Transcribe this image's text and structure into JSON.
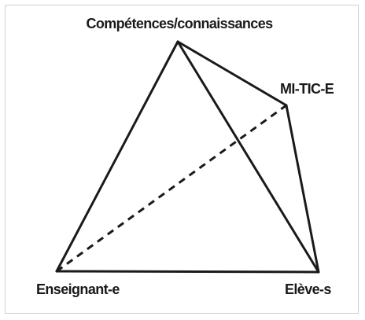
{
  "diagram": {
    "vertices": {
      "top": "Compétences/connaissances",
      "right": "MI-TIC-E",
      "left": "Enseignant-e",
      "bottom_right": "Elève-s"
    },
    "colors": {
      "line": "#1a1a1a",
      "text": "#1a1a1a",
      "background": "#ffffff"
    }
  }
}
